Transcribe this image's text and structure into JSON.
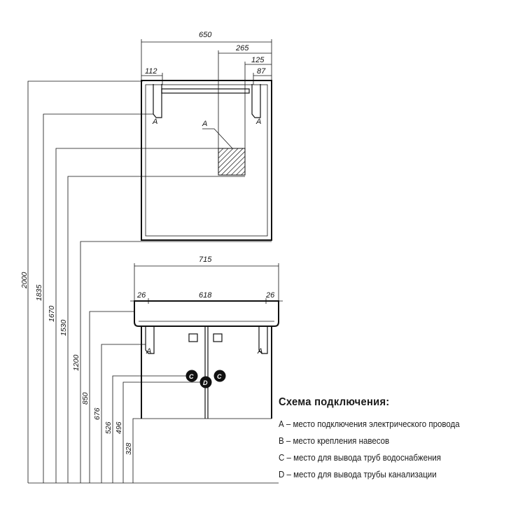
{
  "dimensions": {
    "top": {
      "total_width": "650",
      "offset_a": "265",
      "offset_b": "125",
      "bracket_left": "112",
      "bracket_right": "87"
    },
    "cabinet": {
      "total_width": "715",
      "inner_width": "618",
      "side_left": "26",
      "side_right": "26"
    },
    "heights": [
      "2000",
      "1835",
      "1670",
      "1530",
      "1200",
      "850",
      "676",
      "526",
      "496",
      "328"
    ]
  },
  "markers": {
    "a": "A",
    "c": "C",
    "d": "D"
  },
  "legend": {
    "title": "Схема подключения:",
    "items": [
      "А – место подключения электрического провода",
      "В – место крепления навесов",
      "С – место для вывода труб водоснабжения",
      "D – место для вывода трубы канализации"
    ]
  }
}
